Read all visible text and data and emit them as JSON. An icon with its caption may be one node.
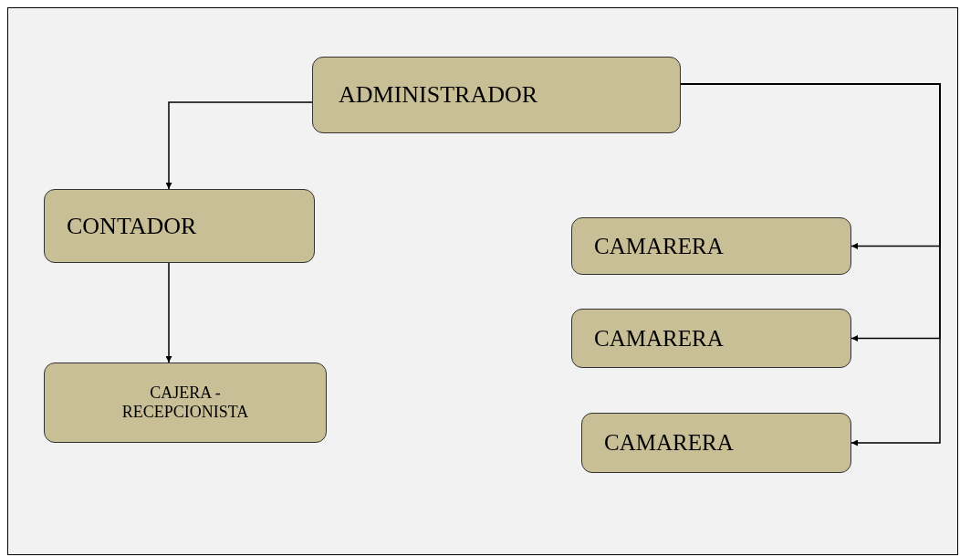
{
  "diagram": {
    "nodes": [
      {
        "text": [
          "ADMINISTRADOR"
        ]
      },
      {
        "text": [
          "CONTADOR"
        ]
      },
      {
        "text": [
          "CAJERA - RECEPCIONISTA"
        ]
      },
      {
        "text": [
          "CAMARERA"
        ]
      },
      {
        "text": [
          "CAMARERA"
        ]
      },
      {
        "text": [
          "CAMARERA"
        ]
      }
    ],
    "edges": [
      {
        "from": 0,
        "to": 1,
        "arrow": "to"
      },
      {
        "from": 1,
        "to": 2,
        "arrow": "to"
      },
      {
        "from": 0,
        "to": 3,
        "arrow": "to"
      },
      {
        "from": 0,
        "to": 4,
        "arrow": "to"
      },
      {
        "from": 0,
        "to": 5,
        "arrow": "to"
      }
    ]
  }
}
